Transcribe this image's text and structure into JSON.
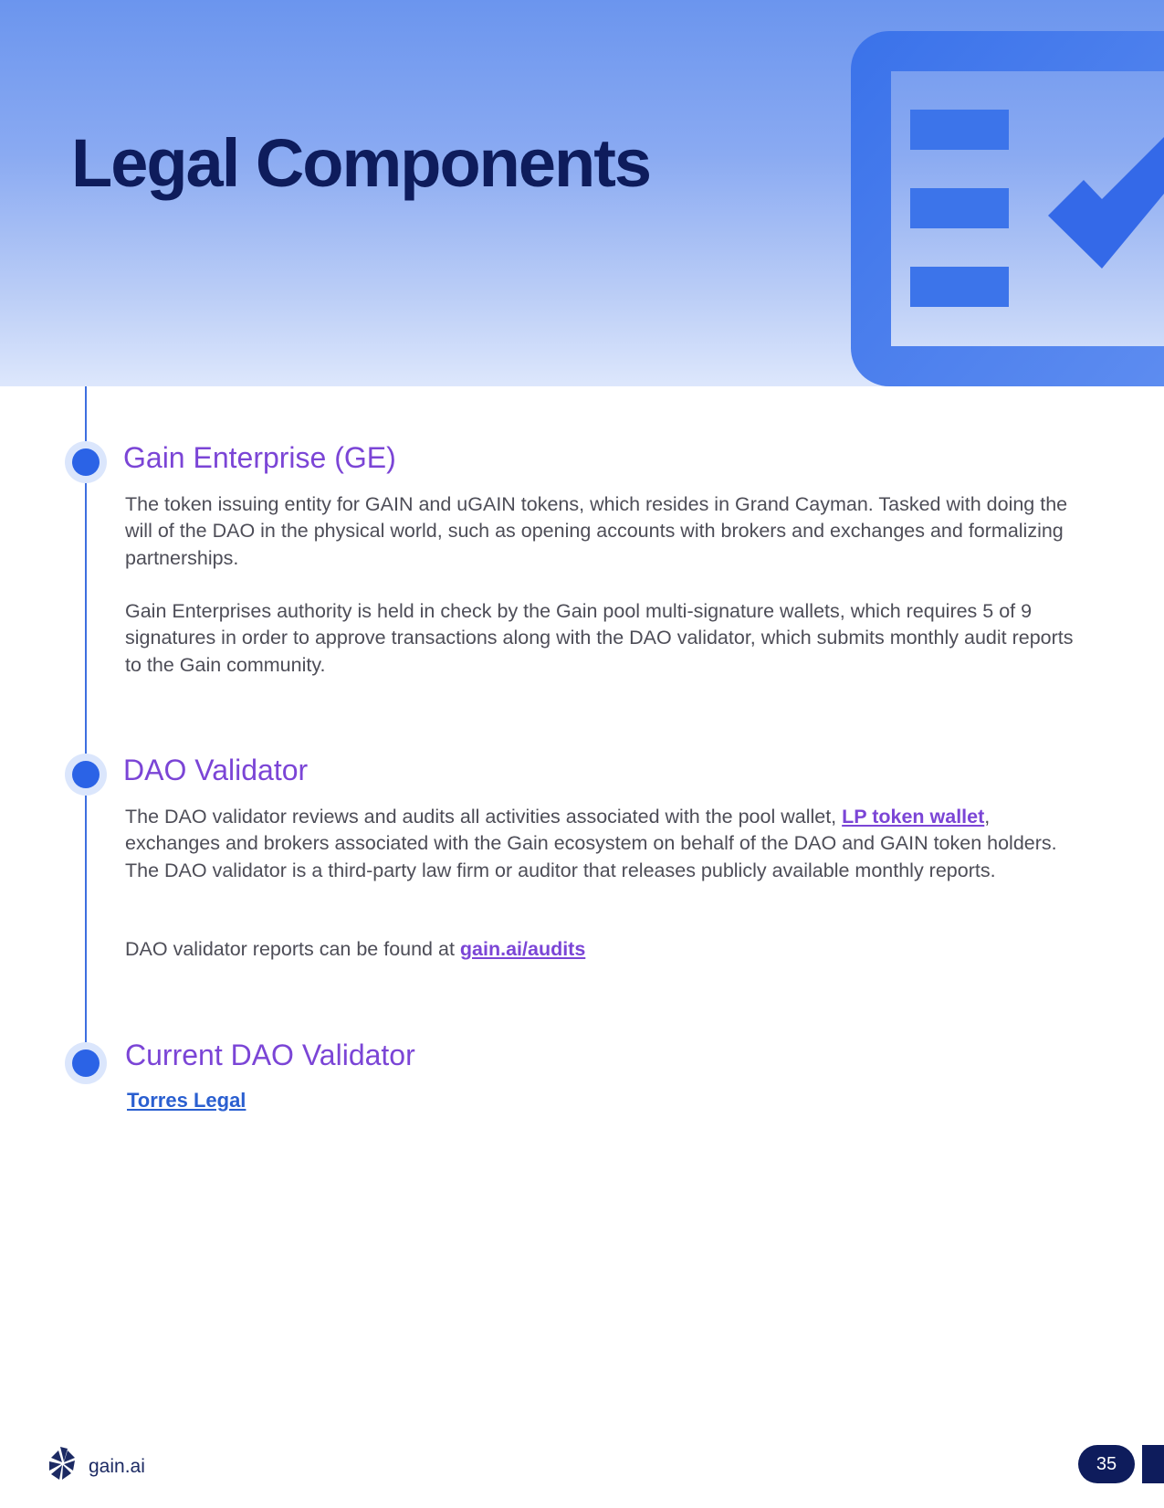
{
  "header": {
    "title": "Legal Components",
    "icon": "checklist-icon"
  },
  "sections": [
    {
      "heading": "Gain Enterprise (GE)",
      "paragraphs": [
        "The token issuing entity for GAIN and uGAIN tokens, which resides in Grand Cayman. Tasked with doing the will of the DAO in the physical world, such as opening accounts with brokers and exchanges and formalizing partnerships.",
        "Gain Enterprises authority is held in check by the Gain pool multi-signature wallets, which requires 5 of 9 signatures in order to approve transactions along with the DAO validator, which submits monthly audit reports to the Gain community."
      ]
    },
    {
      "heading": "DAO Validator",
      "p1_before_link": "The DAO validator reviews and audits all activities associated with the pool wallet, ",
      "p1_link": "LP token wallet",
      "p1_after_link": ", exchanges and brokers associated with the Gain ecosystem on behalf of the DAO and GAIN token holders. The DAO validator is a third-party law firm or auditor that releases publicly available monthly reports.",
      "p2_before_link": "DAO validator reports can be found at ",
      "p2_link": "gain.ai/audits"
    },
    {
      "heading": "Current DAO Validator",
      "link": "Torres Legal"
    }
  ],
  "footer": {
    "brand": "gain.ai",
    "logo": "gain-logo-icon",
    "page_number": "35"
  },
  "colors": {
    "heading_accent": "#7b45d6",
    "timeline_dot": "#2b63e6",
    "title_navy": "#0e1c5c",
    "hero_gradient_top": "#6b95ee",
    "hero_gradient_bottom": "#dde7fc"
  }
}
